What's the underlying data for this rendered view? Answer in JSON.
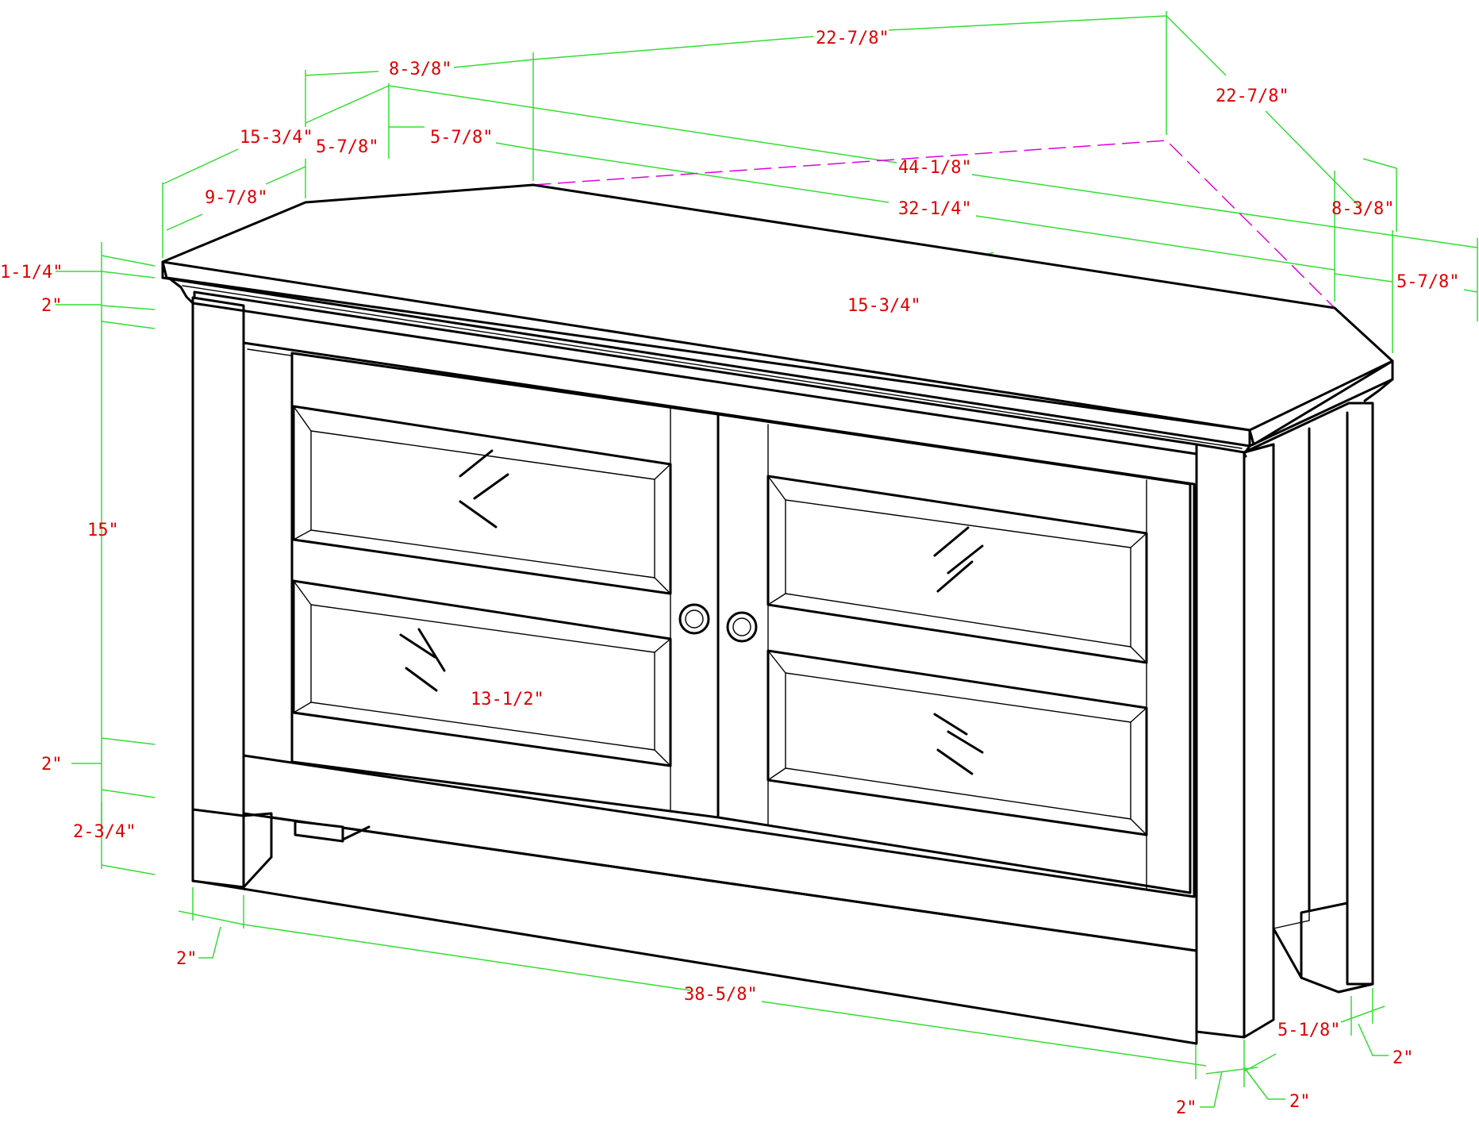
{
  "colors": {
    "outline": "#000000",
    "dimension_line": "#33dd33",
    "dimension_text": "#e00000",
    "hidden_line": "#dd00dd",
    "background": "#ffffff"
  },
  "dimensions": {
    "top_back_right": "22-7/8\"",
    "top_right_side": "22-7/8\"",
    "top_back_left": "8-3/8\"",
    "top_left_diag": "15-3/4\"",
    "left_inner_a": "5-7/8\"",
    "left_inner_b": "5-7/8\"",
    "left_side": "9-7/8\"",
    "overall_width": "44-1/8\"",
    "inner_width": "32-1/4\"",
    "right_back": "8-3/8\"",
    "right_front": "5-7/8\"",
    "top_depth": "15-3/4\"",
    "top_thickness": "1-1/4\"",
    "apron_height": "2\"",
    "cabinet_height": "15\"",
    "shelf_depth": "13-1/2\"",
    "base_rail": "2\"",
    "leg_height": "2-3/4\"",
    "leg_width_left": "2\"",
    "front_width": "38-5/8\"",
    "right_side_depth": "5-1/8\"",
    "leg_right_a": "2\"",
    "leg_right_b": "2\"",
    "leg_right_c": "2\""
  }
}
